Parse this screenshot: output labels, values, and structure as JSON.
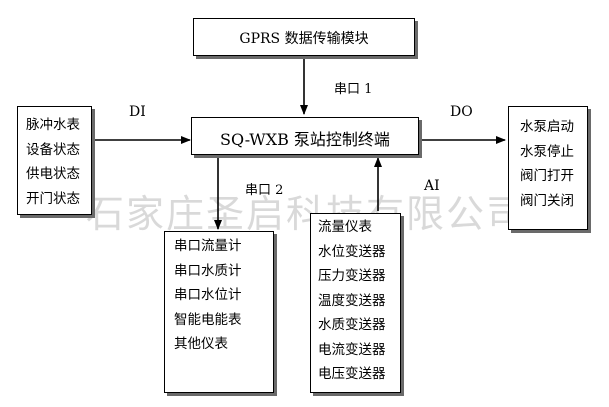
{
  "gprs": {
    "title": "GPRS 数据传输模块"
  },
  "controller": {
    "title": "SQ-WXB 泵站控制终端"
  },
  "inputs_di": {
    "items": [
      "脉冲水表",
      "设备状态",
      "供电状态",
      "开门状态"
    ]
  },
  "outputs_do": {
    "items": [
      "水泵启动",
      "水泵停止",
      "阀门打开",
      "阀门关闭"
    ]
  },
  "serial_devices": {
    "items": [
      "串口流量计",
      "串口水质计",
      "串口水位计",
      "智能电能表",
      "其他仪表"
    ]
  },
  "analog_devices": {
    "items": [
      "流量仪表",
      "水位变送器",
      "压力变送器",
      "温度变送器",
      "水质变送器",
      "电流变送器",
      "电压变送器"
    ]
  },
  "labels": {
    "serial1": "串口 1",
    "serial2": "串口 2",
    "di": "DI",
    "do": "DO",
    "ai": "AI"
  },
  "watermark": "石家庄圣启科技有限公司"
}
